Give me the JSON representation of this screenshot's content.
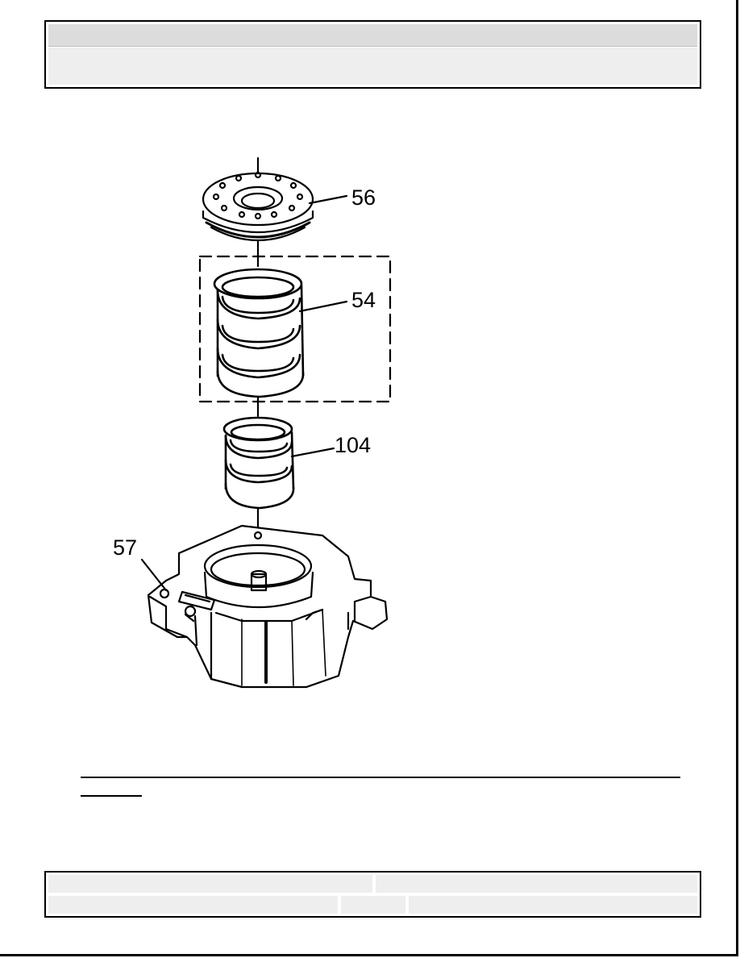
{
  "figure": {
    "callouts": {
      "c56": "56",
      "c54": "54",
      "c104": "104",
      "c57": "57"
    }
  },
  "header": {
    "title": "",
    "subtitle": ""
  },
  "footer": {
    "cell1": "",
    "cell2": "",
    "cell3": "",
    "cell4": "",
    "cell5": ""
  }
}
